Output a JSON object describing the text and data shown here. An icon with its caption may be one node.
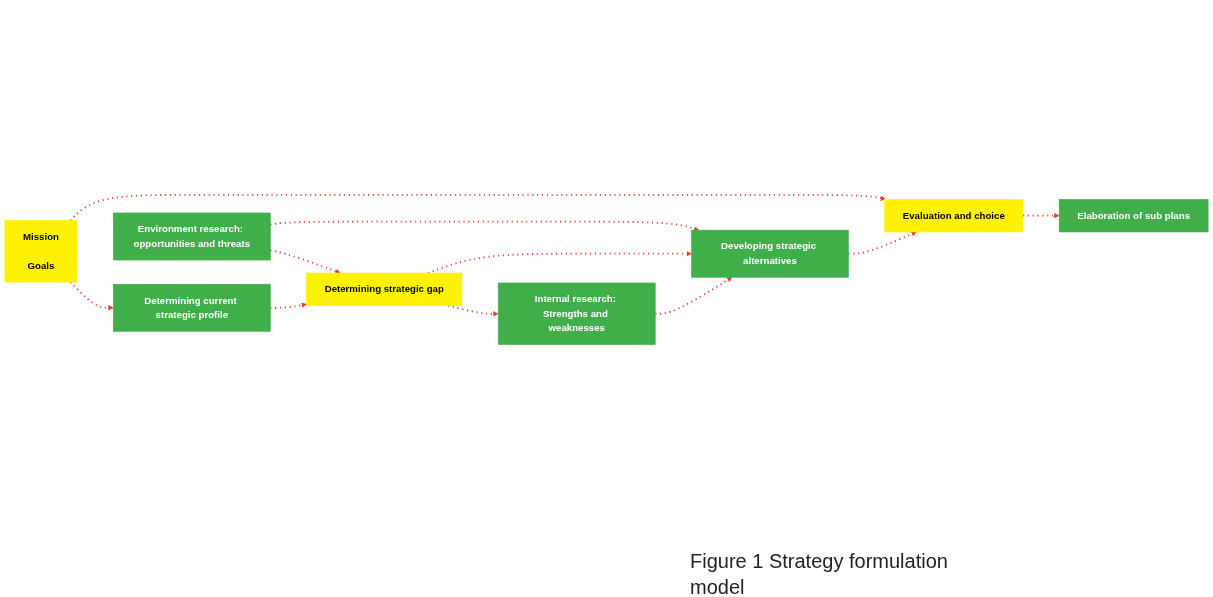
{
  "diagram": {
    "caption": "Figure 1 Strategy formulation model",
    "nodes": [
      {
        "text": [
          "Environment research: opportunities and threats"
        ]
      },
      {
        "text": [
          "Mission",
          "Goals"
        ]
      },
      {
        "text": [
          "Determining current strategic profile"
        ]
      },
      {
        "text": [
          "Determining strategic gap"
        ]
      },
      {
        "text": [
          "Developing strategic alternatives"
        ]
      },
      {
        "text": [
          "Evaluation and choice"
        ]
      },
      {
        "text": [
          "Elaboration of sub plans"
        ]
      },
      {
        "text": [
          "Internal research: Strengths and weaknesses"
        ]
      }
    ],
    "edges": [
      {
        "from": 1,
        "to": 2,
        "arrow": "to",
        "style": "dashed"
      },
      {
        "from": 0,
        "to": 3,
        "arrow": "to",
        "style": "dashed"
      },
      {
        "from": 0,
        "to": 4,
        "arrow": "to",
        "style": "dashed"
      },
      {
        "from": 1,
        "to": 5,
        "arrow": "to",
        "style": "dashed"
      },
      {
        "from": 2,
        "to": 3,
        "arrow": "to",
        "style": "dashed"
      },
      {
        "from": 3,
        "to": 4,
        "arrow": "to",
        "style": "dashed"
      },
      {
        "from": 4,
        "to": 5,
        "arrow": "to",
        "style": "dashed"
      },
      {
        "from": 5,
        "to": 6,
        "arrow": "to",
        "style": "dashed"
      },
      {
        "from": 3,
        "to": 7,
        "arrow": "to",
        "style": "dashed"
      },
      {
        "from": 7,
        "to": 4,
        "arrow": "to",
        "style": "dashed"
      }
    ]
  }
}
